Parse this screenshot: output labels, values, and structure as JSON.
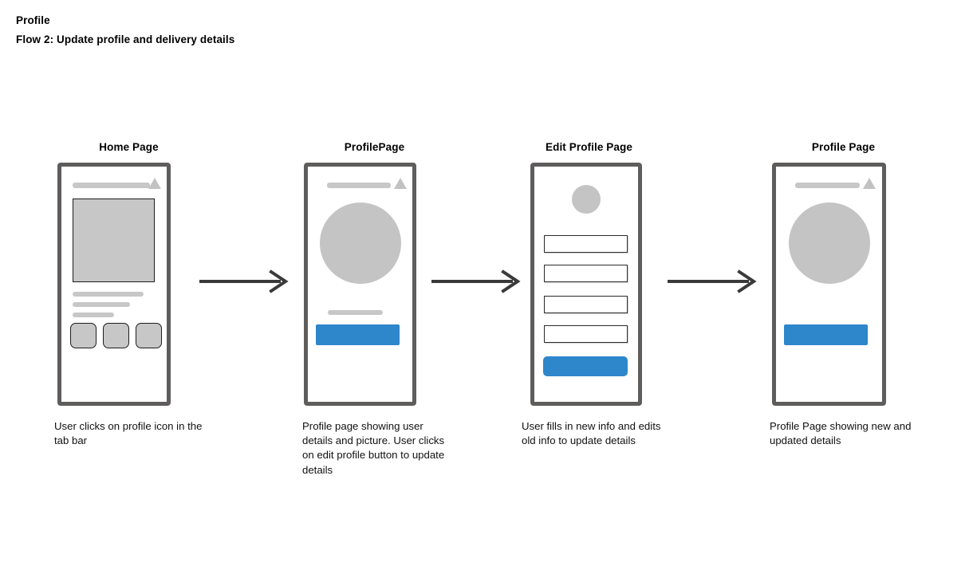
{
  "header": {
    "title": "Profile",
    "subtitle": "Flow 2: Update profile and delivery details"
  },
  "colors": {
    "accent_blue": "#2e86cb",
    "frame_gray": "#5f5c5c",
    "placeholder_gray": "#c7c7c7",
    "arrow_gray": "#3a3a3a",
    "text_black": "#111111"
  },
  "steps": [
    {
      "title": "Home Page",
      "caption": "User clicks on profile icon in the tab bar",
      "screen": {
        "type": "home",
        "has_header_bar": true,
        "has_menu_triangle": true,
        "image_placeholder": true,
        "text_lines": 3,
        "tab_items": 3,
        "has_primary_button": false
      }
    },
    {
      "title": "ProfilePage",
      "caption": "Profile page showing user details and picture. User clicks on edit profile button to update details",
      "screen": {
        "type": "profile",
        "has_header_bar": true,
        "has_menu_triangle": true,
        "avatar": "large",
        "text_lines": 1,
        "has_primary_button": true
      }
    },
    {
      "title": "Edit Profile Page",
      "caption": "User fills in new info and edits old info to update details",
      "screen": {
        "type": "edit-profile",
        "has_header_bar": false,
        "has_menu_triangle": false,
        "avatar": "small",
        "input_fields": 4,
        "has_primary_button": true
      }
    },
    {
      "title": "Profile Page",
      "caption": "Profile Page showing new and updated details",
      "screen": {
        "type": "profile-updated",
        "has_header_bar": true,
        "has_menu_triangle": true,
        "avatar": "large",
        "text_lines": 0,
        "has_primary_button": true
      }
    }
  ],
  "arrows": [
    {
      "label": "to-profile-page"
    },
    {
      "label": "to-edit-profile-page"
    },
    {
      "label": "to-updated-profile-page"
    }
  ]
}
